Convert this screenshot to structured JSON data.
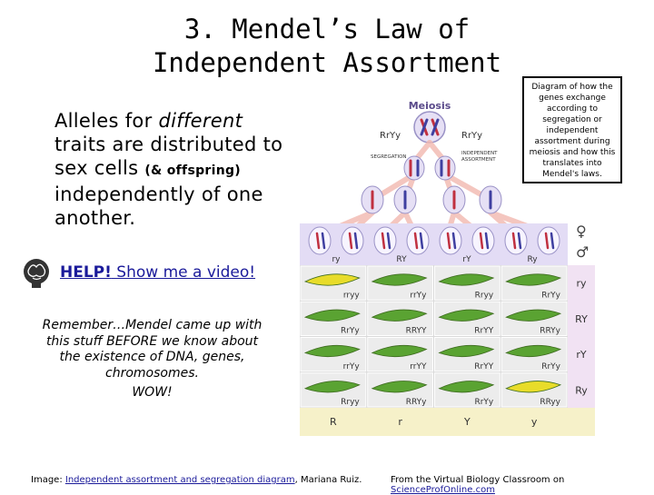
{
  "title": {
    "line1": "3. Mendel’s Law of",
    "line2": "Independent Assortment"
  },
  "body": {
    "part1": "Alleles for ",
    "part2": "different",
    "part3": " traits are distributed to sex cells ",
    "part4": "(& offspring)",
    "part5": " independently of one another."
  },
  "help": {
    "bold": "HELP!",
    "text": " Show me a video!"
  },
  "remember": {
    "text": "Remember…Mendel came up with this stuff BEFORE we know about the existence of DNA, genes, chromosomes.",
    "wow": "WOW!"
  },
  "note": "Diagram of how the genes exchange according to segregation or independent assortment during meiosis and how this translates into Mendel's laws.",
  "credit_left": {
    "prefix": "Image: ",
    "link": "Independent assortment and segregation diagram",
    "suffix": ", Mariana Ruiz."
  },
  "credit_right": {
    "prefix": "From the Virtual Biology Classroom on ",
    "link": "ScienceProfOnline.com"
  },
  "diagram": {
    "meiosis_label": "Meiosis",
    "parent_left": "RrYy",
    "parent_right": "RrYy",
    "segregation_label": "SEGREGATION",
    "independent_label_1": "INDEPENDENT",
    "independent_label_2": "ASSORTMENT",
    "female_symbol": "♀",
    "male_symbol": "♂",
    "gamete_row_labels": [
      "ry",
      "RY",
      "rY",
      "Ry"
    ],
    "gamete_col_labels": [
      "R",
      "r",
      "Y",
      "y"
    ],
    "grid": [
      [
        "rryy",
        "rrYy",
        "Rryy",
        "RrYy"
      ],
      [
        "RrYy",
        "RRYY",
        "RrYY",
        "RRYy"
      ],
      [
        "rrYy",
        "rrYY",
        "RrYY",
        "RrYy"
      ],
      [
        "Rryy",
        "RRYy",
        "RrYy",
        "RRyy"
      ]
    ],
    "pod_colors": [
      [
        "yellow",
        "green",
        "green",
        "green"
      ],
      [
        "green",
        "green",
        "green",
        "green"
      ],
      [
        "green",
        "green",
        "green",
        "green"
      ],
      [
        "green",
        "green",
        "green",
        "yellow"
      ]
    ],
    "colors": {
      "green_pod": "#5aa332",
      "yellow_pod": "#e8dc2a",
      "grid_bg": "#d9d9d9",
      "label_col_bg": "#f1e2f3",
      "bottom_bg": "#f6f1c9",
      "top_band": "#e3dcf5",
      "allele_red": "#c03040",
      "allele_blue": "#3f3fa0",
      "title_color": "#5a4a8a"
    }
  }
}
